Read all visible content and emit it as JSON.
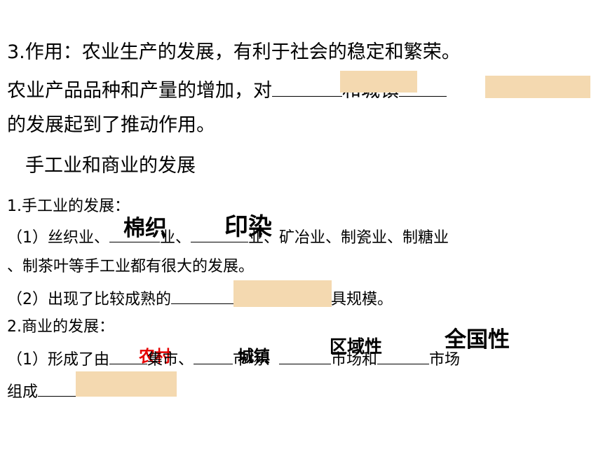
{
  "section3": {
    "line1": "3.作用：农业生产的发展，有利于社会的稳定和繁荣。",
    "line2_a": "农业产品品种和产量的增加，对",
    "line2_b": "和城镇",
    "line3": "的发展起到了推动作用。"
  },
  "heading": "手工业和商业的发展",
  "handicraft": {
    "title": "1.手工业的发展：",
    "item1_a": "（1）丝织业、",
    "item1_b": "业、",
    "item1_c": "业、矿冶业、制瓷业、制糖业",
    "item1_cont": "、制茶叶等手工业都有很大的发展。",
    "item2_a": "（2）出现了比较成熟的",
    "item2_b": "，有些颇具规模。",
    "answers": [
      "棉织",
      "印染"
    ]
  },
  "commerce": {
    "title": "2.商业的发展：",
    "item1_a": "（1）形成了由",
    "item1_b": "集市、",
    "item1_c": "市场、",
    "item1_d": "市场和",
    "item1_e": "市场",
    "item1_cont": "组成",
    "answers": [
      "农村",
      "城镇",
      "区域性",
      "全国性"
    ]
  },
  "colors": {
    "answer_red": "#e60000",
    "mask_fill": "#f4d9b0"
  }
}
